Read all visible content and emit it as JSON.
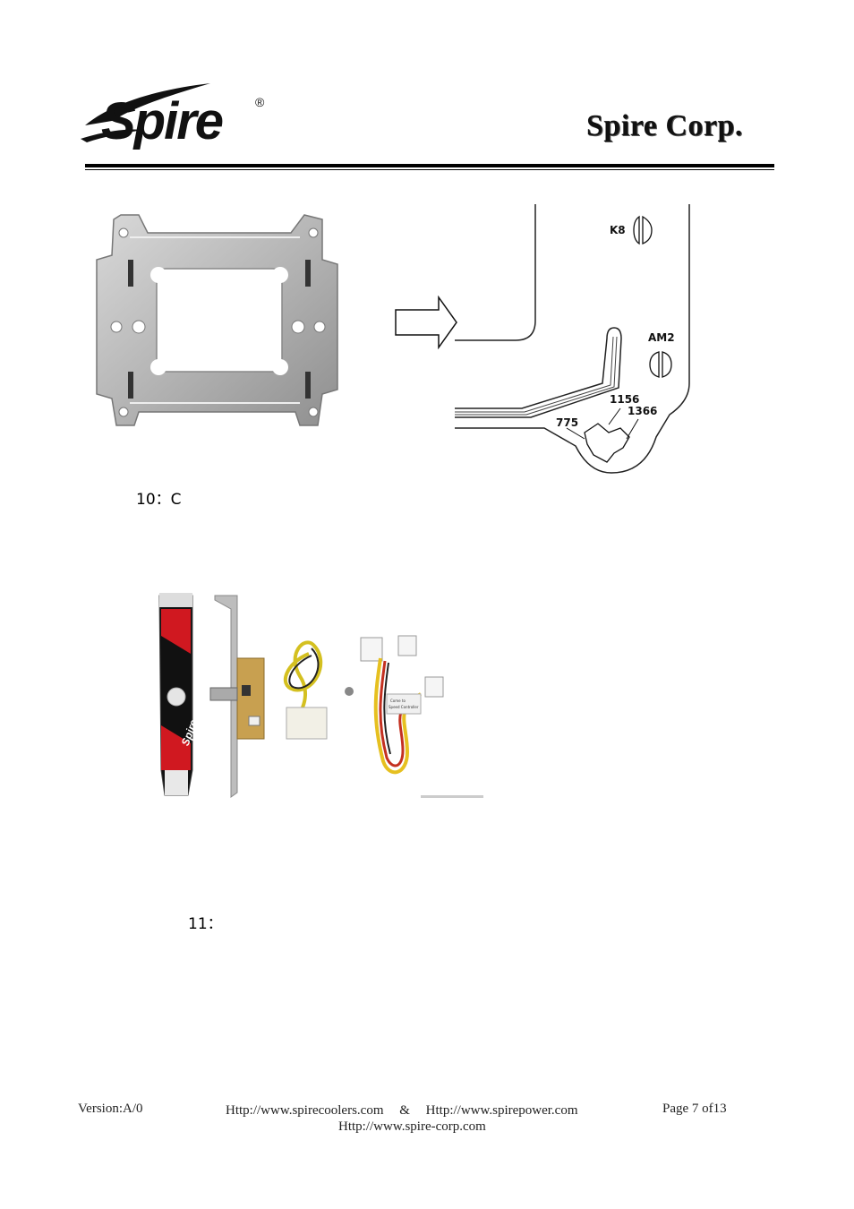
{
  "header": {
    "brand_logo_text": "Spire",
    "registered_mark": "®",
    "company_name": "Spire Corp."
  },
  "figure1": {
    "diagram_labels": {
      "k8": "K8",
      "am2": "AM2",
      "s1156": "1156",
      "s1366": "1366",
      "s775": "775"
    }
  },
  "steps": {
    "step10": "10：C",
    "step11": "11："
  },
  "figure2": {
    "tag_line1": "Come to",
    "tag_line2": "Speed Controller"
  },
  "footer": {
    "version": "Version:A/0",
    "url1": "Http://www.spirecoolers.com",
    "separator": "&",
    "url2": "Http://www.spirepower.com",
    "url3": "Http://www.spire-corp.com",
    "page": "Page 7 of13"
  }
}
